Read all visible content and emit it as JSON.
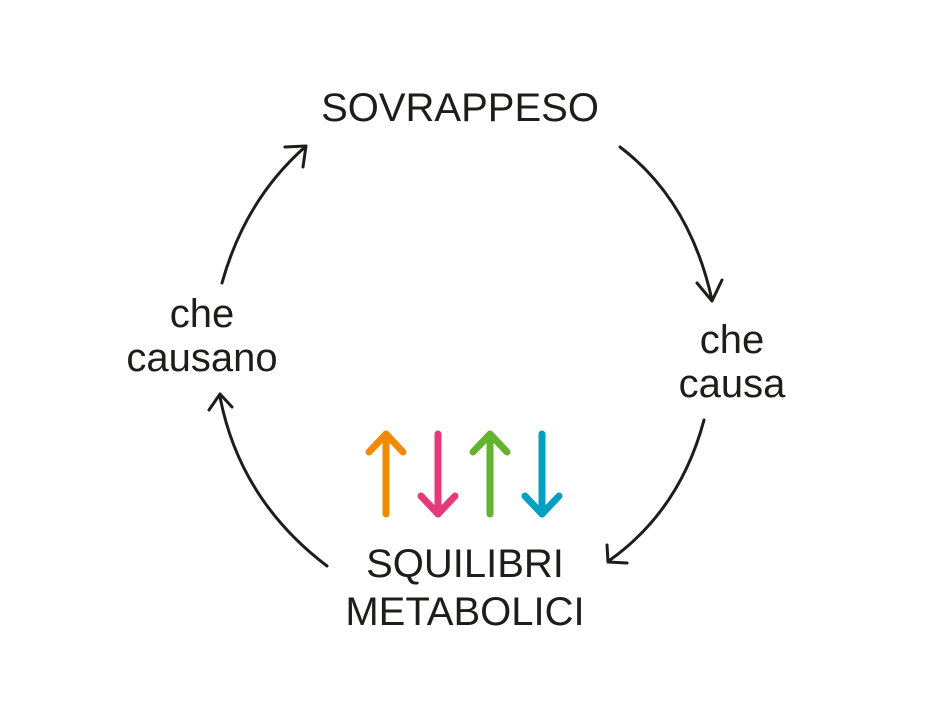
{
  "diagram": {
    "top_node": "SOVRAPPESO",
    "right_label": [
      "che",
      "causa"
    ],
    "bottom_node": [
      "SQUILIBRI",
      "METABOLICI"
    ],
    "left_label": [
      "che",
      "causano"
    ],
    "indicator_arrows": [
      {
        "direction": "up",
        "color": "#f18a00"
      },
      {
        "direction": "down",
        "color": "#e6397a"
      },
      {
        "direction": "up",
        "color": "#63b32e"
      },
      {
        "direction": "down",
        "color": "#00a0c2"
      }
    ],
    "line_color": "#1d1d1b"
  }
}
